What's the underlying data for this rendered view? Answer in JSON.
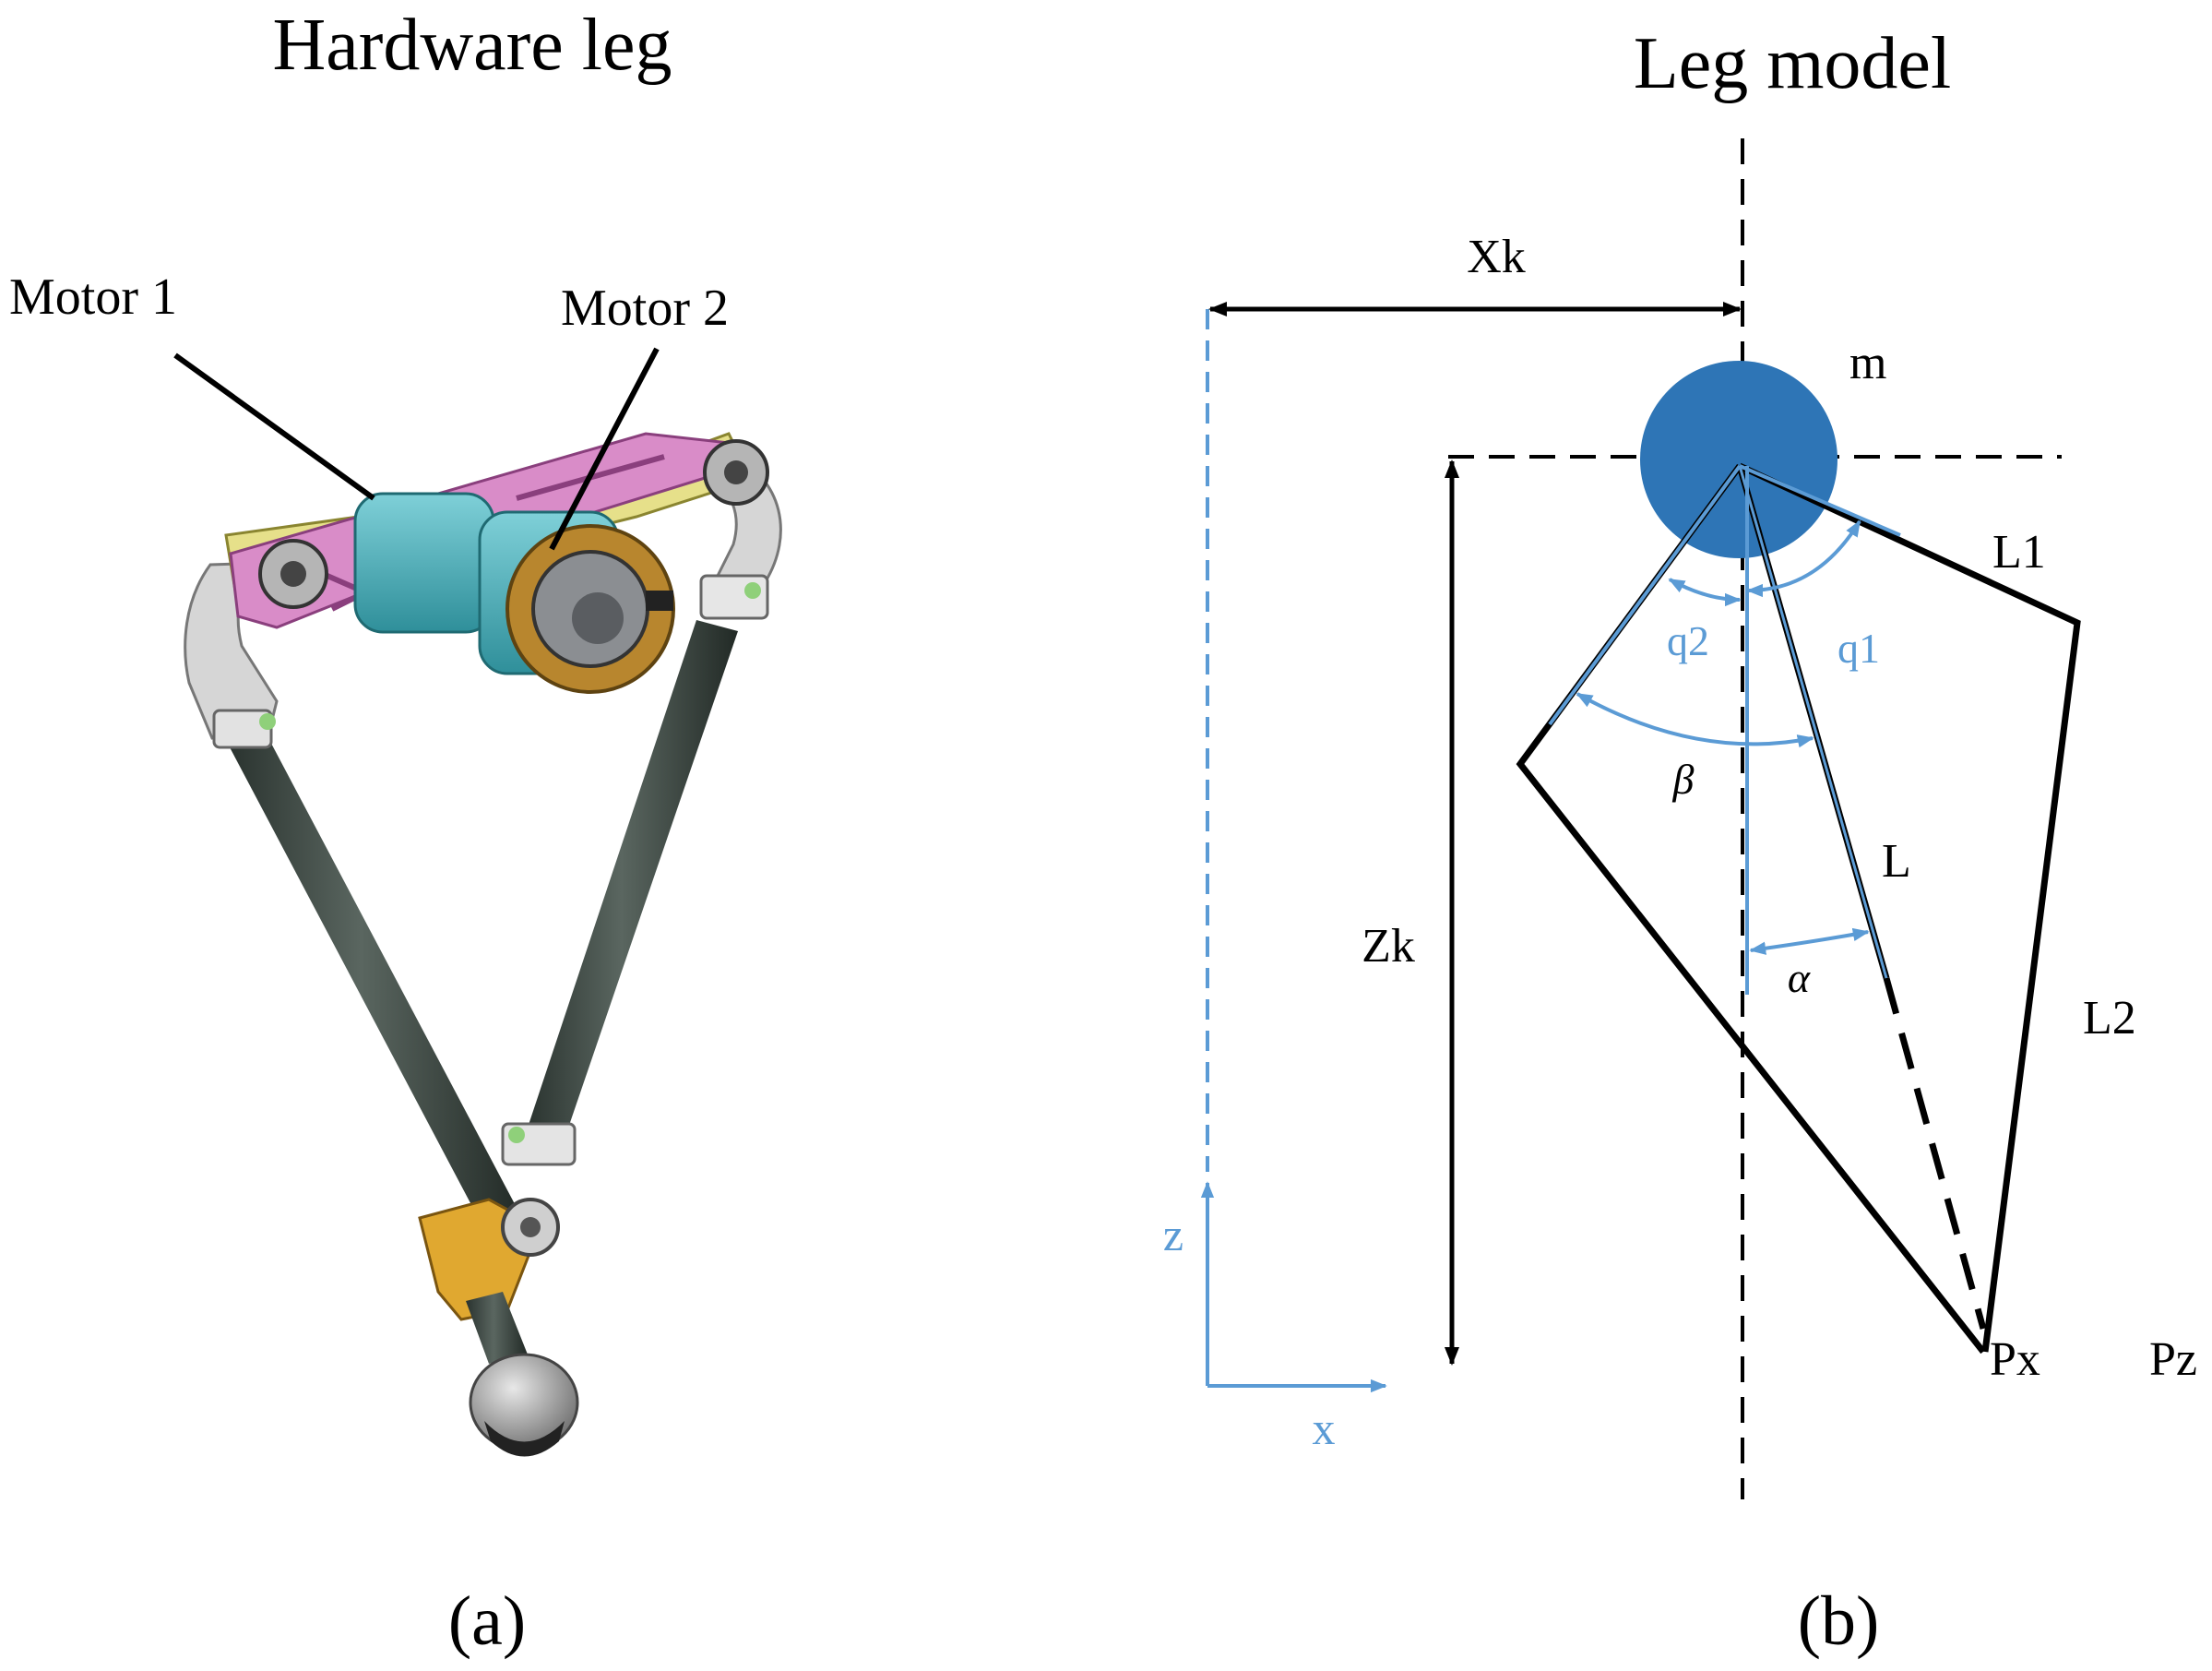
{
  "panel_a": {
    "title": "Hardware leg",
    "motor1_label": "Motor 1",
    "motor2_label": "Motor 2",
    "caption": "(a)"
  },
  "panel_b": {
    "title": "Leg model",
    "mass_label": "m",
    "xk_label": "Xk",
    "zk_label": "Zk",
    "l1_label": "L1",
    "l2_label": "L2",
    "l_label": "L",
    "q1_label": "q1",
    "q2_label": "q2",
    "beta_label": "β",
    "alpha_label": "α",
    "px_label": "Px",
    "pz_label": "Pz",
    "x_axis_label": "x",
    "z_axis_label": "z",
    "caption": "(b)"
  },
  "colors": {
    "ink": "#000000",
    "accent_blue": "#5b9bd5",
    "mass_blue": "#2e75b6",
    "tube": "#3a4440",
    "teal_motor": "#4fb3bf",
    "bronze_flange": "#b8862e",
    "pink_frame": "#d98cc8",
    "yellow_frame": "#e6e08a",
    "orange_knee": "#e0a830",
    "silver": "#c8c8c8",
    "green_clamp": "#8fd07a"
  }
}
